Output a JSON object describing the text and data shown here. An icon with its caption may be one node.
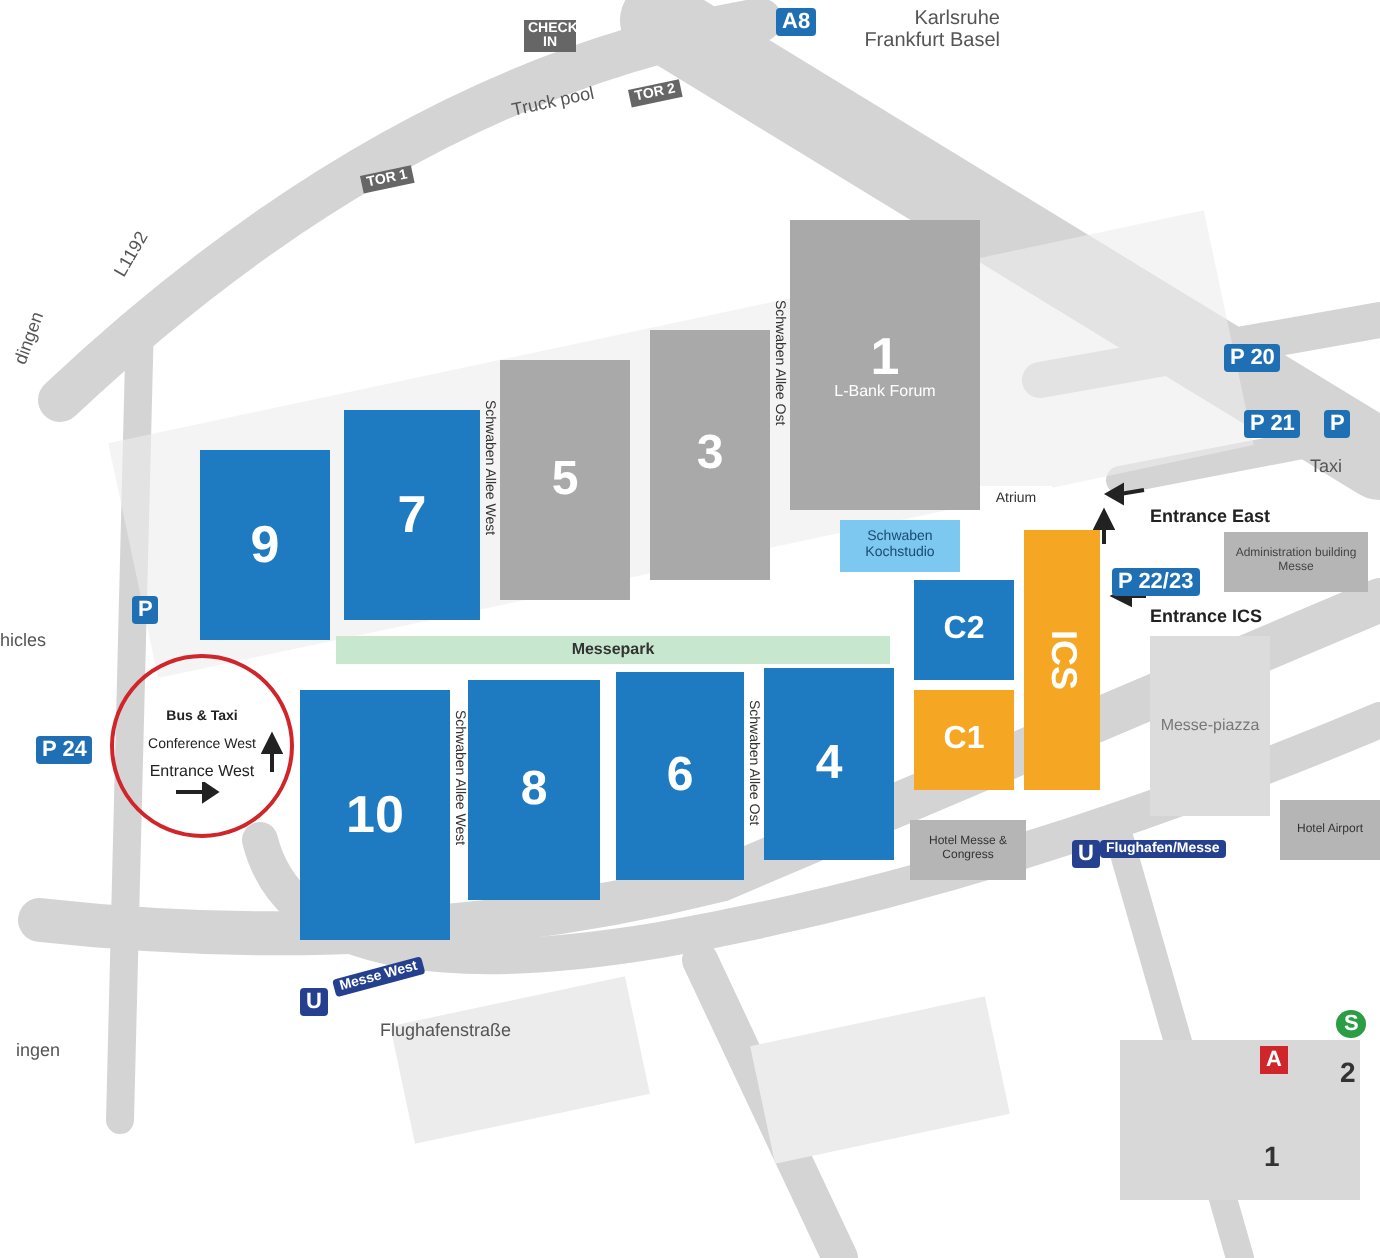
{
  "diagram": {
    "nodes": [
      {
        "text": [
          "1",
          "L-Bank Forum"
        ]
      },
      {
        "text": [
          "3"
        ]
      },
      {
        "text": [
          "5"
        ]
      },
      {
        "text": [
          "7"
        ]
      },
      {
        "text": [
          "9"
        ]
      },
      {
        "text": [
          "Messepark"
        ]
      },
      {
        "text": [
          "Schwaben Kochstudio"
        ]
      },
      {
        "text": [
          "10"
        ]
      },
      {
        "text": [
          "8"
        ]
      },
      {
        "text": [
          "6"
        ]
      },
      {
        "text": [
          "4"
        ]
      },
      {
        "text": [
          "C2"
        ]
      },
      {
        "text": [
          "ICS"
        ]
      },
      {
        "text": [
          "C1"
        ]
      },
      {
        "text": [
          "Bus & Taxi",
          "Conference West",
          "Entrance West"
        ]
      },
      {
        "text": [
          "Administration building Messe"
        ]
      },
      {
        "text": [
          "Messe-piazza"
        ]
      },
      {
        "text": [
          "Hotel Messe & Congress"
        ]
      },
      {
        "text": [
          "Hotel Airport"
        ]
      },
      {
        "text": [
          "Atrium"
        ]
      }
    ],
    "labels": [
      "A8",
      "Karlsruhe Frankfurt Basel",
      "CHECK IN",
      "TOR 2",
      "Truck pool",
      "TOR 1",
      "L1192",
      "dingen",
      "P 20",
      "P 21",
      "P",
      "Taxi",
      "hicles",
      "P",
      "Entrance East",
      "P 22/23",
      "Entrance ICS",
      "Schwaben Allee West",
      "Schwaben Allee Ost",
      "Schwaben Allee West",
      "Schwaben Allee Ost",
      "P 24",
      "U",
      "Flughafen/Messe",
      "U",
      "Messe West",
      "Flughafenstraße",
      "ingen",
      "A",
      "S",
      "1",
      "2"
    ]
  }
}
